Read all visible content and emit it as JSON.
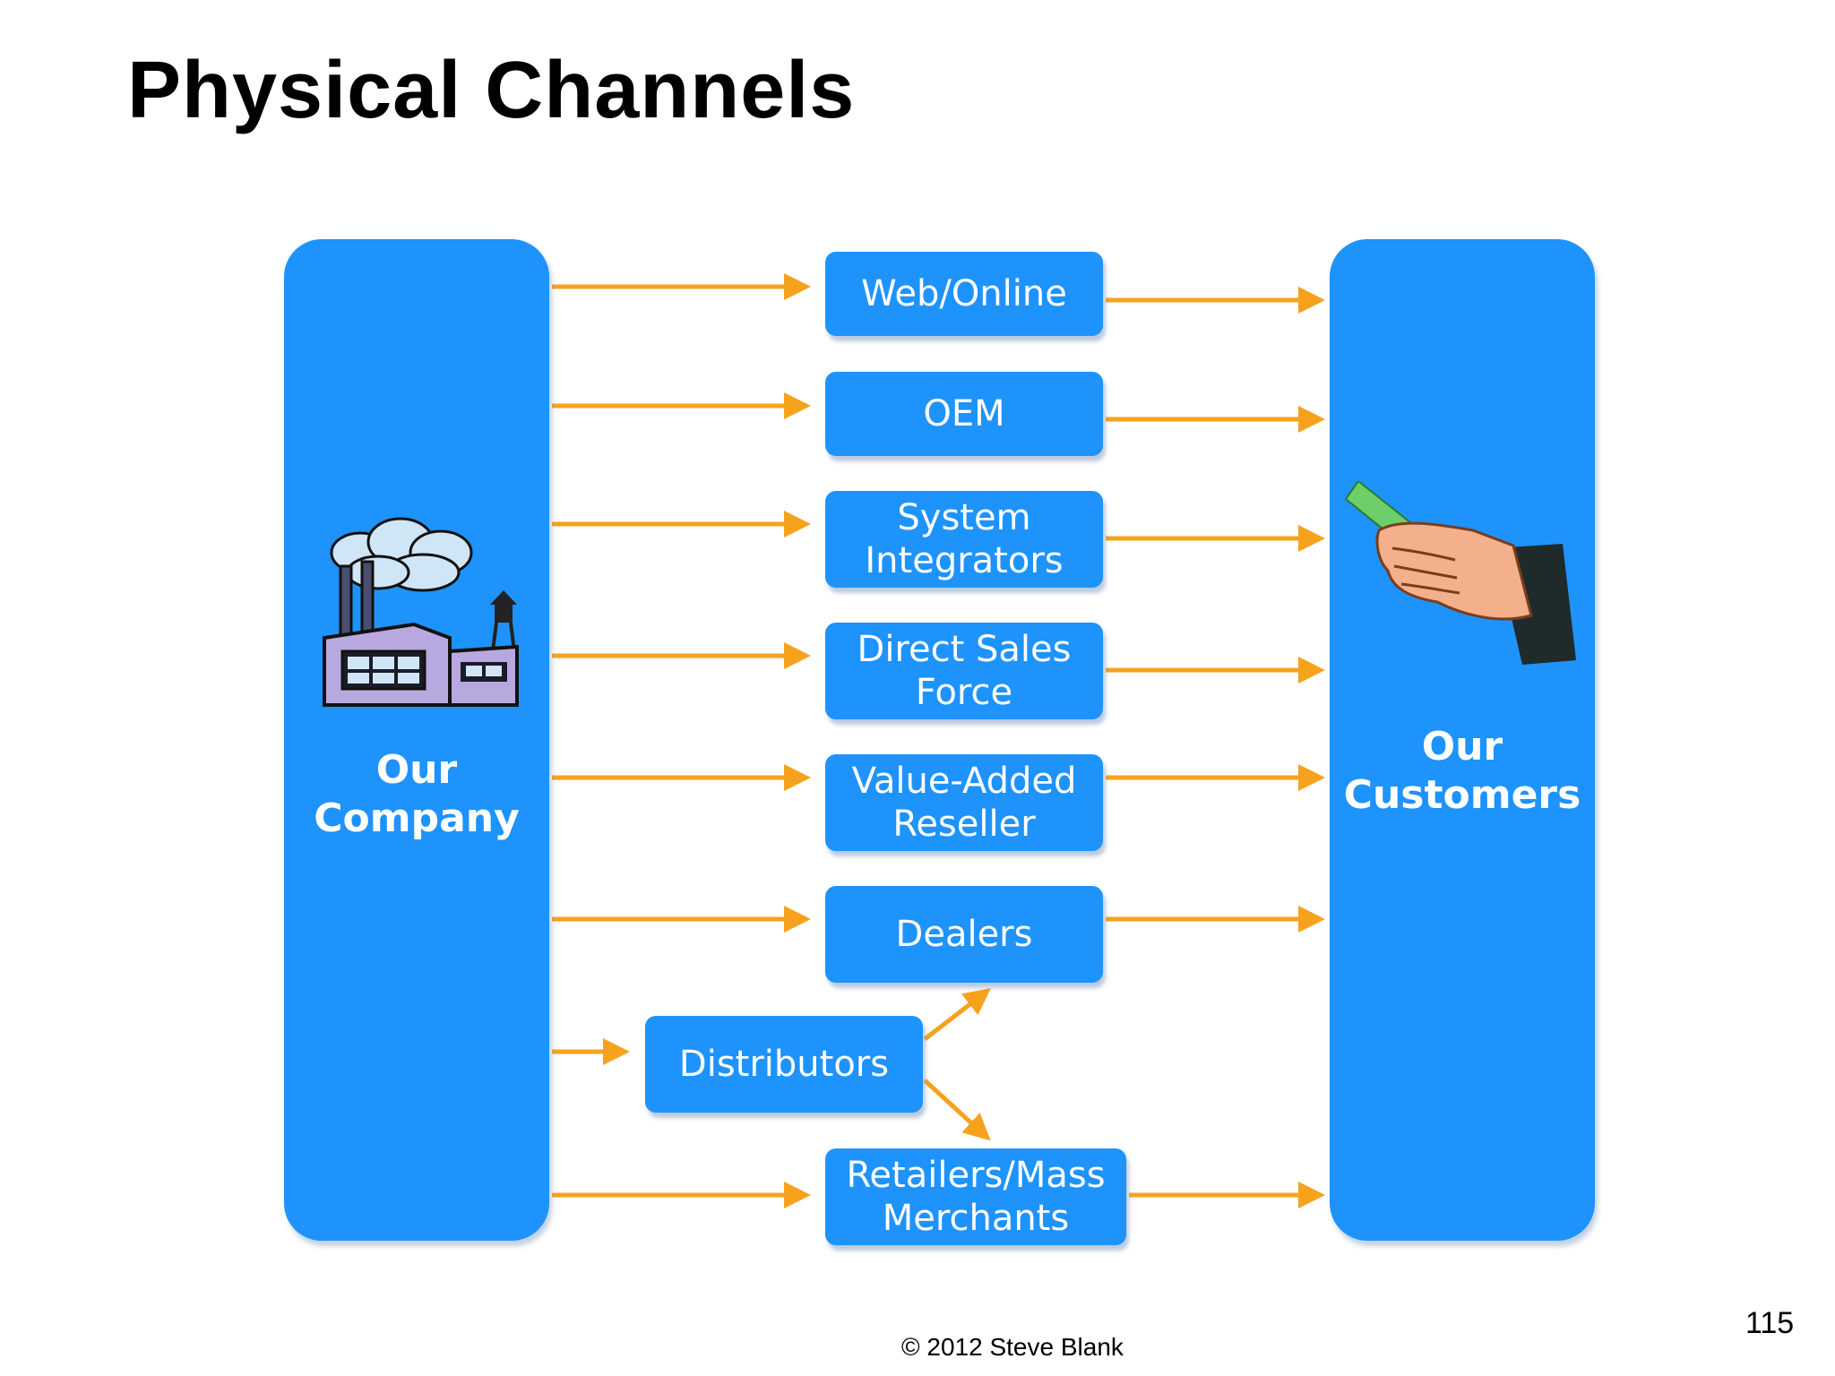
{
  "slide": {
    "title": "Physical Channels",
    "footer": "© 2012 Steve Blank",
    "page_number": "115"
  },
  "diagram": {
    "source": {
      "label": "Our\nCompany",
      "icon": "factory-icon"
    },
    "target": {
      "label": "Our\nCustomers",
      "icon": "hand-with-money-icon"
    },
    "channels": [
      {
        "id": "web-online",
        "label": "Web/Online"
      },
      {
        "id": "oem",
        "label": "OEM"
      },
      {
        "id": "system-integrators",
        "label": "System\nIntegrators"
      },
      {
        "id": "direct-sales-force",
        "label": "Direct Sales\nForce"
      },
      {
        "id": "value-added-reseller",
        "label": "Value-Added\nReseller"
      },
      {
        "id": "dealers",
        "label": "Dealers"
      },
      {
        "id": "distributors",
        "label": "Distributors"
      },
      {
        "id": "retailers-mass-merchants",
        "label": "Retailers/Mass\nMerchants"
      }
    ],
    "colors": {
      "box": "#1e93fb",
      "arrow": "#f7a21c",
      "text": "#ffffff"
    }
  }
}
